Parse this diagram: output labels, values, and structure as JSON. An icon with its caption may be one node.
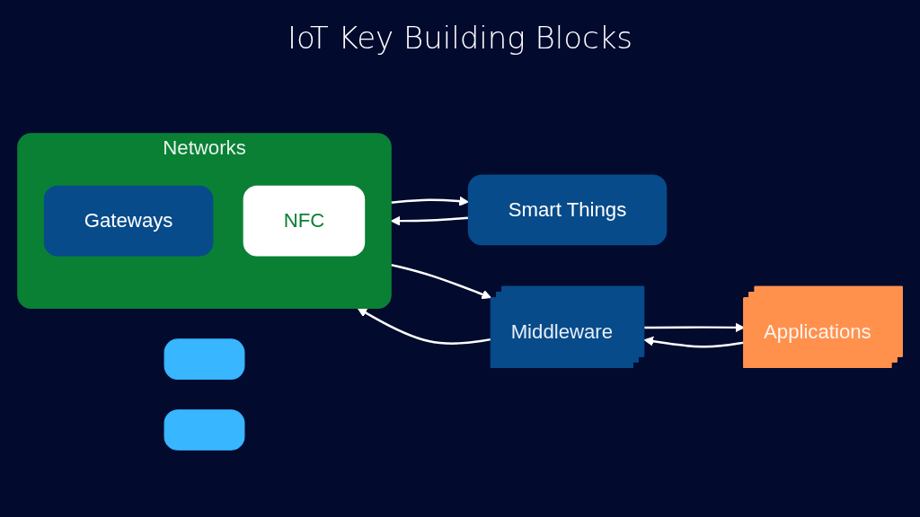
{
  "diagram": {
    "title": "IoT Key Building Blocks",
    "nodes": [
      {
        "text": [],
        "shape": "box"
      },
      {
        "text": [
          "Smart Things"
        ]
      },
      {
        "text": [],
        "shape": "box"
      },
      {
        "text": [
          "Networks"
        ]
      },
      {
        "text": [
          "Gateways"
        ],
        "in": 3
      },
      {
        "text": [
          "NFC"
        ],
        "in": 3
      },
      {
        "text": [
          "Middleware"
        ]
      },
      {
        "text": [
          "Applications"
        ]
      }
    ],
    "edges": [
      {
        "from": 1,
        "to": 3,
        "arrow": "to"
      },
      {
        "from": 3,
        "to": 1,
        "arrow": "to"
      },
      {
        "from": 3,
        "to": 6,
        "arrow": "to"
      },
      {
        "from": 6,
        "to": 3,
        "arrow": "to"
      },
      {
        "from": 6,
        "to": 7,
        "arrow": "to"
      },
      {
        "from": 7,
        "to": 6,
        "arrow": "to"
      }
    ]
  }
}
